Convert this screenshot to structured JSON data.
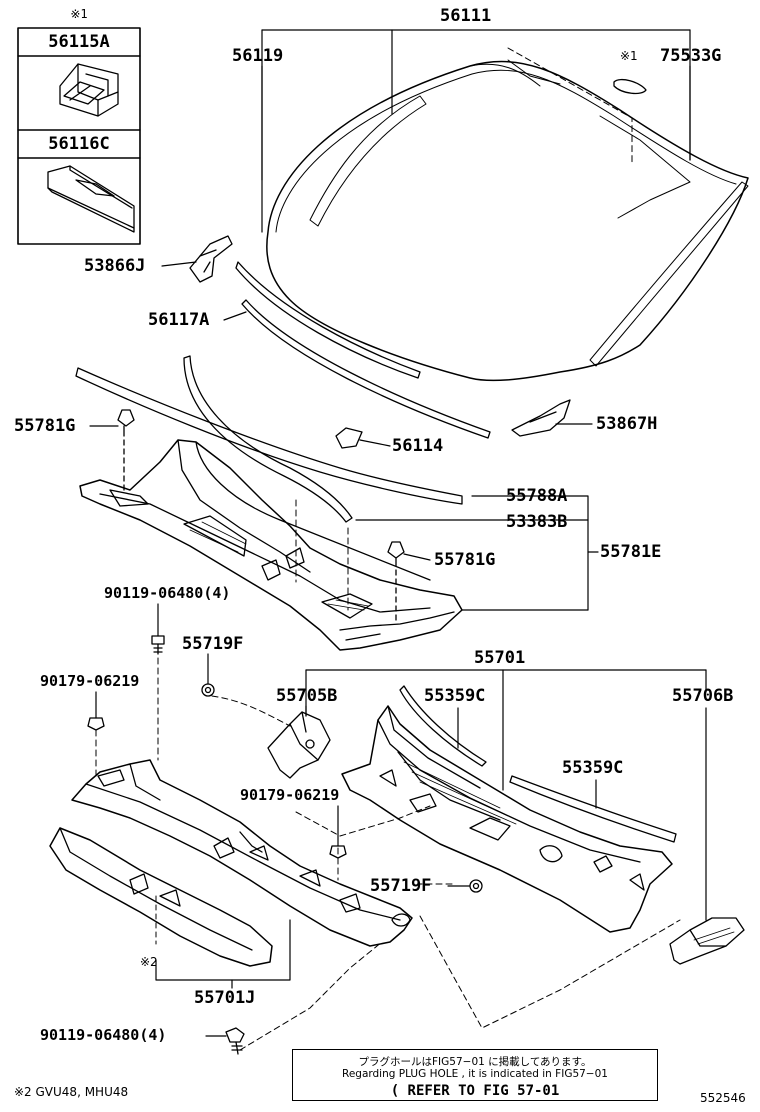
{
  "inset": {
    "marker": "※1",
    "part_a": "56115A",
    "part_b": "56116C"
  },
  "labels": {
    "p56111": "56111",
    "p56119": "56119",
    "mark1": "※1",
    "p75533g": "75533G",
    "p53866j": "53866J",
    "p56117a": "56117A",
    "p55781g_top": "55781G",
    "p53867h": "53867H",
    "p56114": "56114",
    "p55788a": "55788A",
    "p53383b": "53383B",
    "p55781g_mid": "55781G",
    "p55781e": "55781E",
    "p90119_top": "90119-06480(4)",
    "p55719f_top": "55719F",
    "p55701": "55701",
    "p90179_left": "90179-06219",
    "p55705b": "55705B",
    "p55359c_a": "55359C",
    "p55706b": "55706B",
    "p55359c_b": "55359C",
    "p90179_mid": "90179-06219",
    "p55719f_mid": "55719F",
    "mark2": "※2",
    "p55701j": "55701J",
    "p90119_bot": "90119-06480(4)"
  },
  "note": {
    "line1": "プラグホールはFIG57−01 に掲載してあります。",
    "line2": "Regarding  PLUG HOLE , it is indicated in FIG57−01",
    "line3": "( REFER TO FIG 57-01"
  },
  "footnote": "※2 GVU48, MHU48",
  "figure_id": "552546"
}
